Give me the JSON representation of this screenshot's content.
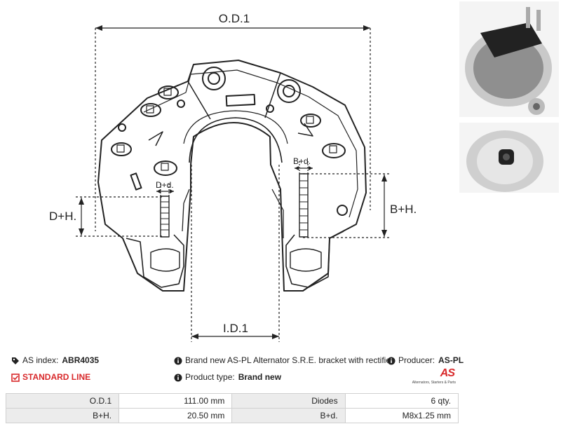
{
  "drawing": {
    "labels": {
      "od": "O.D.1",
      "id": "I.D.1",
      "dh": "D+H.",
      "bh": "B+H.",
      "dd": "D+d.",
      "bd": "B+d."
    }
  },
  "info": {
    "as_index_label": "AS index:",
    "as_index_value": "ABR4035",
    "line_label": "STANDARD LINE",
    "description": "Brand new AS-PL Alternator S.R.E. bracket with rectifier",
    "product_type_label": "Product type:",
    "product_type_value": "Brand new",
    "producer_label": "Producer:",
    "producer_value": "AS-PL",
    "logo_text": "AS",
    "logo_tagline": "Alternators, Starters & Parts"
  },
  "specs": [
    {
      "k1": "O.D.1",
      "v1": "111.00 mm",
      "k2": "Diodes",
      "v2": "6 qty."
    },
    {
      "k1": "B+H.",
      "v1": "20.50 mm",
      "k2": "B+d.",
      "v2": "M8x1.25 mm"
    }
  ],
  "colors": {
    "accent": "#d8282a",
    "header_bg": "#ececec",
    "border": "#d0d0d0"
  }
}
